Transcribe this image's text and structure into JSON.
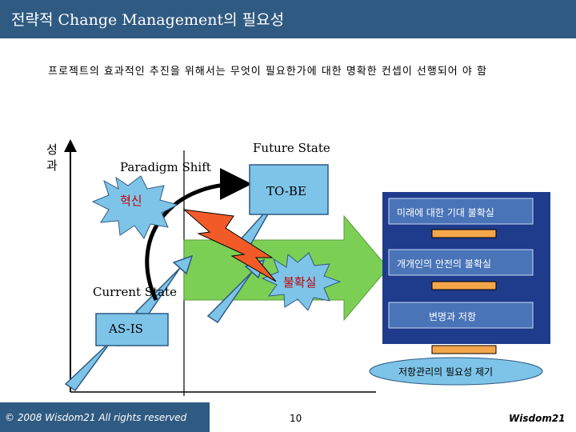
{
  "title": "전략적 Change Management의 필요성",
  "intro": "프로젝트의 효과적인 추진을 위해서는 무엇이 필요한가에 대한 명확한 컨셉이 선행되어 야 함",
  "axis": {
    "y_label_line1": "성",
    "y_label_line2": "과"
  },
  "diagram": {
    "future_state": "Future State",
    "paradigm_shift": "Paradigm Shift",
    "to_be": "TO-BE",
    "innovation": "혁신",
    "uncertainty": "불확실",
    "current_state": "Current State",
    "as_is": "AS-IS",
    "issues": [
      "미래에 대한 기대 불확실",
      "개개인의 안전의 불확실",
      "변명과 저항"
    ],
    "conclusion": "저항관리의 필요성 제기"
  },
  "colors": {
    "title_bar": "#2f5a82",
    "arrow_green": "#7ccf55",
    "lightning": "#f25b28",
    "issue_panel": "#1f3b8c",
    "issue_box": "#4a74b8",
    "oval": "#7ec4e8"
  },
  "footer": {
    "copyright": "© 2008 Wisdom21 All rights reserved",
    "page": "10",
    "brand": "Wisdom21"
  }
}
